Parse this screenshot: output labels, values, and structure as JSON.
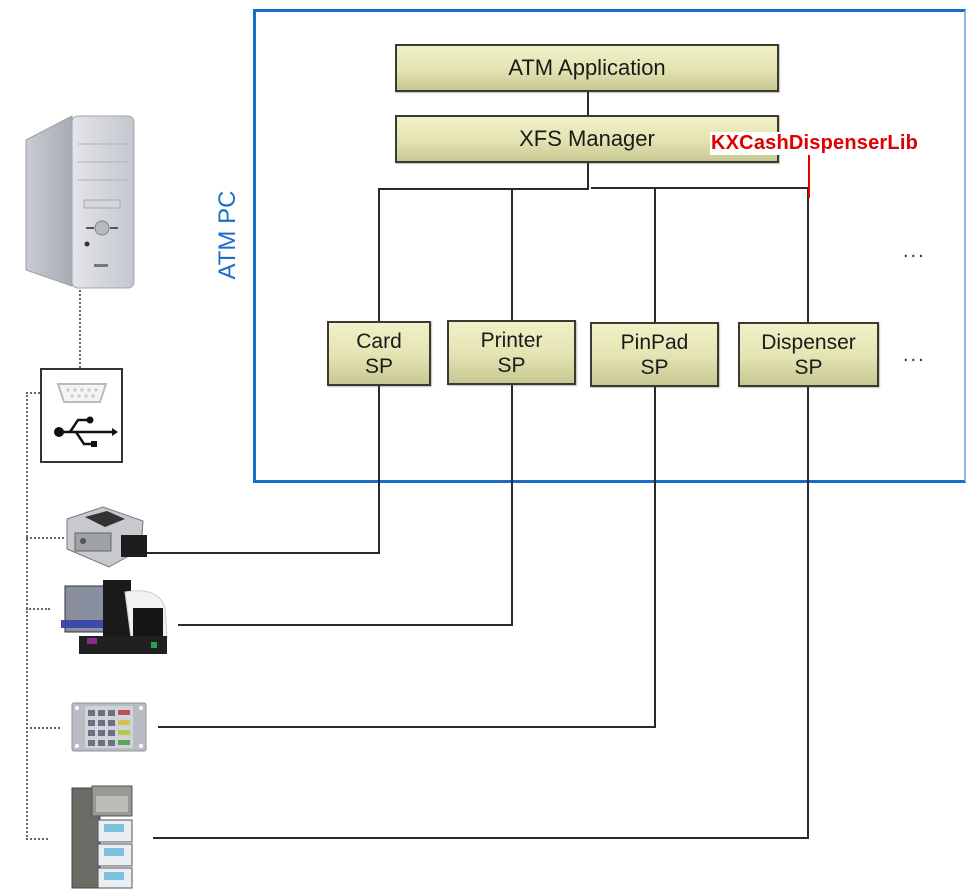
{
  "diagram": {
    "frame_label": "ATM PC",
    "layers": {
      "application": "ATM Application",
      "manager": "XFS Manager"
    },
    "service_providers": [
      {
        "line1": "Card",
        "line2": "SP"
      },
      {
        "line1": "Printer",
        "line2": "SP"
      },
      {
        "line1": "PinPad",
        "line2": "SP"
      },
      {
        "line1": "Dispenser",
        "line2": "SP"
      }
    ],
    "ellipsis_top": "...",
    "ellipsis_sp": "...",
    "annotation": {
      "label": "KXCashDispenserLib",
      "color": "#e00000"
    },
    "frame_color": "#1a6ec8",
    "devices": [
      {
        "name": "pc-tower",
        "icon": "computer-tower-icon"
      },
      {
        "name": "port-interface",
        "icon": "serial-usb-port-icon"
      },
      {
        "name": "card-reader",
        "icon": "card-reader-icon"
      },
      {
        "name": "receipt-printer",
        "icon": "printer-icon"
      },
      {
        "name": "pinpad",
        "icon": "keypad-icon"
      },
      {
        "name": "cash-dispenser",
        "icon": "cash-dispenser-icon"
      }
    ]
  }
}
